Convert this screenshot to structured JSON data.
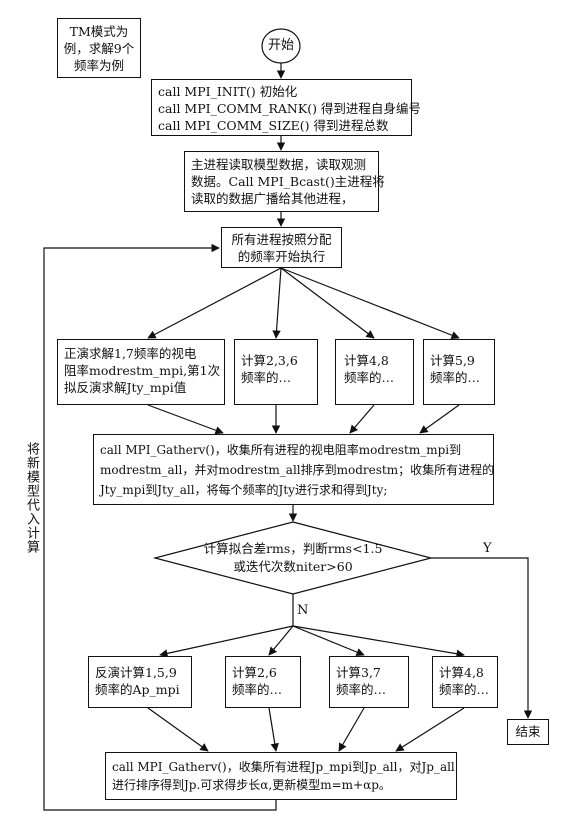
{
  "note": [
    "TM模式为",
    "例，求解9个",
    "频率为例"
  ],
  "start": "开始",
  "init": [
    "call MPI_INIT()  初始化",
    "call MPI_COMM_RANK() 得到进程自身编号",
    "call MPI_COMM_SIZE() 得到进程总数"
  ],
  "read": [
    "主进程读取模型数据，读取观测",
    "数据。Call MPI_Bcast()主进程将",
    "读取的数据广播给其他进程，"
  ],
  "dispatch": [
    "所有进程按照分配",
    "的频率开始执行"
  ],
  "forward": [
    [
      "正演求解1,7频率的视电",
      "阻率modrestm_mpi,第1次",
      "拟反演求解Jty_mpi值"
    ],
    [
      "计算2,3,6",
      "频率的…"
    ],
    [
      "计算4,8",
      "频率的…"
    ],
    [
      "计算5,9",
      "频率的…"
    ]
  ],
  "gather1": [
    "call MPI_Gatherv()，收集所有进程的视电阻率modrestm_mpi到",
    "modrestm_all，并对modrestm_all排序到modrestm；收集所有进程的",
    "Jty_mpi到Jty_all，将每个频率的Jty进行求和得到Jty;"
  ],
  "decision": [
    "计算拟合差rms，判断rms<1.5",
    "或迭代次数niter>60"
  ],
  "yes": "Y",
  "no": "N",
  "inverse": [
    [
      "反演计算1,5,9",
      "频率的Ap_mpi"
    ],
    [
      "计算2,6",
      "频率的…"
    ],
    [
      "计算3,7",
      "频率的…"
    ],
    [
      "计算4,8",
      "频率的…"
    ]
  ],
  "end": "结束",
  "gather2": [
    "call MPI_Gatherv()，收集所有进程Jp_mpi到Jp_all，对Jp_all",
    "进行排序得到Jp.可求得步长α,更新模型m=m+αp。"
  ],
  "loop_label": "将新模型代入计算"
}
